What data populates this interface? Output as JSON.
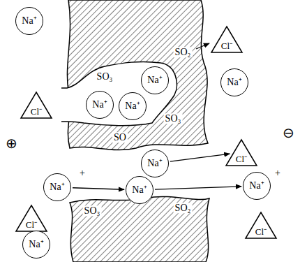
{
  "diagram": {
    "nodes": [
      {
        "text": [
          "Na⁺"
        ]
      },
      {
        "text": [
          "Cl⁻"
        ]
      },
      {
        "text": [
          "Na⁺"
        ]
      },
      {
        "text": [
          "Na⁺"
        ]
      },
      {
        "text": [
          "Cl⁻"
        ]
      },
      {
        "text": [
          "Na⁺"
        ]
      },
      {
        "text": [
          "Na⁺"
        ]
      },
      {
        "text": [
          "Na⁺"
        ]
      },
      {
        "text": [
          "Cl⁻"
        ]
      },
      {
        "text": [
          "Na⁺"
        ]
      },
      {
        "text": [
          "Na⁺"
        ]
      },
      {
        "text": [
          "Na⁺"
        ]
      },
      {
        "text": [
          "Cl⁻"
        ]
      },
      {
        "text": [
          "Cl⁻"
        ]
      },
      {
        "text": [
          "Na⁺"
        ]
      }
    ],
    "edges": [
      {
        "from": 7,
        "to": 8,
        "arrow": "to"
      },
      {
        "from": 9,
        "to": 10,
        "arrow": "to"
      },
      {
        "from": 10,
        "to": 11,
        "arrow": "to"
      }
    ],
    "labels": [
      "SO₂",
      "SO₃",
      "SO₃",
      "SO",
      "⊕",
      "⊖",
      "+",
      "+",
      "SO₃",
      "SO₂"
    ]
  }
}
